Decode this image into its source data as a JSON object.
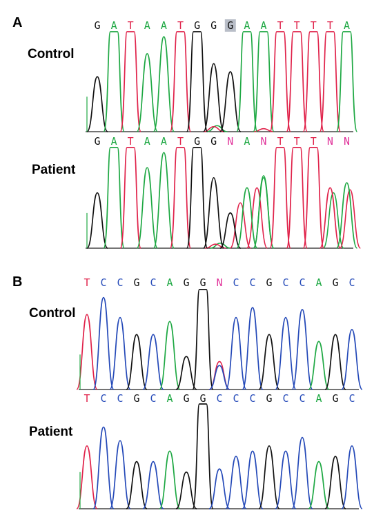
{
  "figure": {
    "colors": {
      "A": "#1ea843",
      "T": "#e0224a",
      "G": "#111111",
      "C": "#2449b8",
      "N": "#e0339a",
      "highlight": "#b9bec8"
    },
    "panels": [
      {
        "id": "A",
        "letter": "A",
        "tracks": [
          {
            "id": "a-control",
            "label": "Control",
            "sequence": [
              "G",
              "A",
              "T",
              "A",
              "A",
              "T",
              "G",
              "G",
              "G",
              "A",
              "A",
              "T",
              "T",
              "T",
              "T",
              "A"
            ],
            "highlight_index": 8,
            "peaks": [
              [
                "G",
                0.55
              ],
              [
                "A",
                1.0
              ],
              [
                "T",
                1.0
              ],
              [
                "A",
                0.78
              ],
              [
                "A",
                0.95
              ],
              [
                "T",
                1.0
              ],
              [
                "G",
                1.0
              ],
              [
                "G",
                0.68
              ],
              [
                "G",
                0.6
              ],
              [
                "A",
                1.0
              ],
              [
                "A",
                1.0
              ],
              [
                "T",
                1.0
              ],
              [
                "T",
                1.0
              ],
              [
                "T",
                1.0
              ],
              [
                "T",
                1.0
              ],
              [
                "A",
                1.0
              ]
            ],
            "minor": [
              {
                "base": "A",
                "index": 7.2,
                "height": 0.06
              },
              {
                "base": "T",
                "index": 7.0,
                "height": 0.05
              },
              {
                "base": "T",
                "index": 10.0,
                "height": 0.03
              }
            ]
          },
          {
            "id": "a-patient",
            "label": "Patient",
            "sequence": [
              "G",
              "A",
              "T",
              "A",
              "A",
              "T",
              "G",
              "G",
              "N",
              "A",
              "N",
              "T",
              "T",
              "T",
              "N",
              "N"
            ],
            "highlight_index": -1,
            "peaks": [
              [
                "G",
                0.55
              ],
              [
                "A",
                1.0
              ],
              [
                "T",
                1.0
              ],
              [
                "A",
                0.8
              ],
              [
                "A",
                0.95
              ],
              [
                "T",
                1.0
              ],
              [
                "G",
                1.0
              ],
              [
                "G",
                0.7
              ],
              [
                "G",
                0.35
              ],
              [
                "A",
                0.6
              ],
              [
                "A",
                0.7
              ],
              [
                "T",
                1.0
              ],
              [
                "T",
                1.0
              ],
              [
                "T",
                1.0
              ],
              [
                "T",
                0.6
              ],
              [
                "A",
                0.65
              ]
            ],
            "minor": [
              {
                "base": "A",
                "index": 7.4,
                "height": 0.05
              },
              {
                "base": "T",
                "index": 7.1,
                "height": 0.04
              },
              {
                "base": "T",
                "index": 8.6,
                "height": 0.45
              },
              {
                "base": "A",
                "index": 10.0,
                "height": 0.72
              },
              {
                "base": "T",
                "index": 9.6,
                "height": 0.6
              },
              {
                "base": "A",
                "index": 14.2,
                "height": 0.55
              },
              {
                "base": "T",
                "index": 15.2,
                "height": 0.58
              }
            ]
          }
        ]
      },
      {
        "id": "B",
        "letter": "B",
        "tracks": [
          {
            "id": "b-control",
            "label": "Control",
            "sequence": [
              "T",
              "C",
              "C",
              "G",
              "C",
              "A",
              "G",
              "G",
              "N",
              "C",
              "C",
              "G",
              "C",
              "C",
              "A",
              "G",
              "C"
            ],
            "highlight_index": -1,
            "peaks": [
              [
                "T",
                0.75
              ],
              [
                "C",
                0.92
              ],
              [
                "C",
                0.72
              ],
              [
                "G",
                0.55
              ],
              [
                "C",
                0.55
              ],
              [
                "A",
                0.68
              ],
              [
                "G",
                0.33
              ],
              [
                "G",
                1.0
              ],
              [
                "C",
                0.24
              ],
              [
                "C",
                0.72
              ],
              [
                "C",
                0.82
              ],
              [
                "G",
                0.55
              ],
              [
                "C",
                0.72
              ],
              [
                "C",
                0.8
              ],
              [
                "A",
                0.48
              ],
              [
                "G",
                0.55
              ],
              [
                "C",
                0.6
              ]
            ],
            "minor": [
              {
                "base": "T",
                "index": 8.0,
                "height": 0.28
              }
            ]
          },
          {
            "id": "b-patient",
            "label": "Patient",
            "sequence": [
              "T",
              "C",
              "C",
              "G",
              "C",
              "A",
              "G",
              "G",
              "C",
              "C",
              "C",
              "G",
              "C",
              "C",
              "A",
              "G",
              "C"
            ],
            "highlight_index": -1,
            "peaks": [
              [
                "T",
                0.6
              ],
              [
                "C",
                0.78
              ],
              [
                "C",
                0.65
              ],
              [
                "G",
                0.45
              ],
              [
                "C",
                0.45
              ],
              [
                "A",
                0.55
              ],
              [
                "G",
                0.35
              ],
              [
                "G",
                1.0
              ],
              [
                "C",
                0.38
              ],
              [
                "C",
                0.5
              ],
              [
                "C",
                0.55
              ],
              [
                "G",
                0.6
              ],
              [
                "C",
                0.55
              ],
              [
                "C",
                0.68
              ],
              [
                "A",
                0.45
              ],
              [
                "G",
                0.5
              ],
              [
                "C",
                0.6
              ]
            ],
            "minor": []
          }
        ]
      }
    ]
  }
}
